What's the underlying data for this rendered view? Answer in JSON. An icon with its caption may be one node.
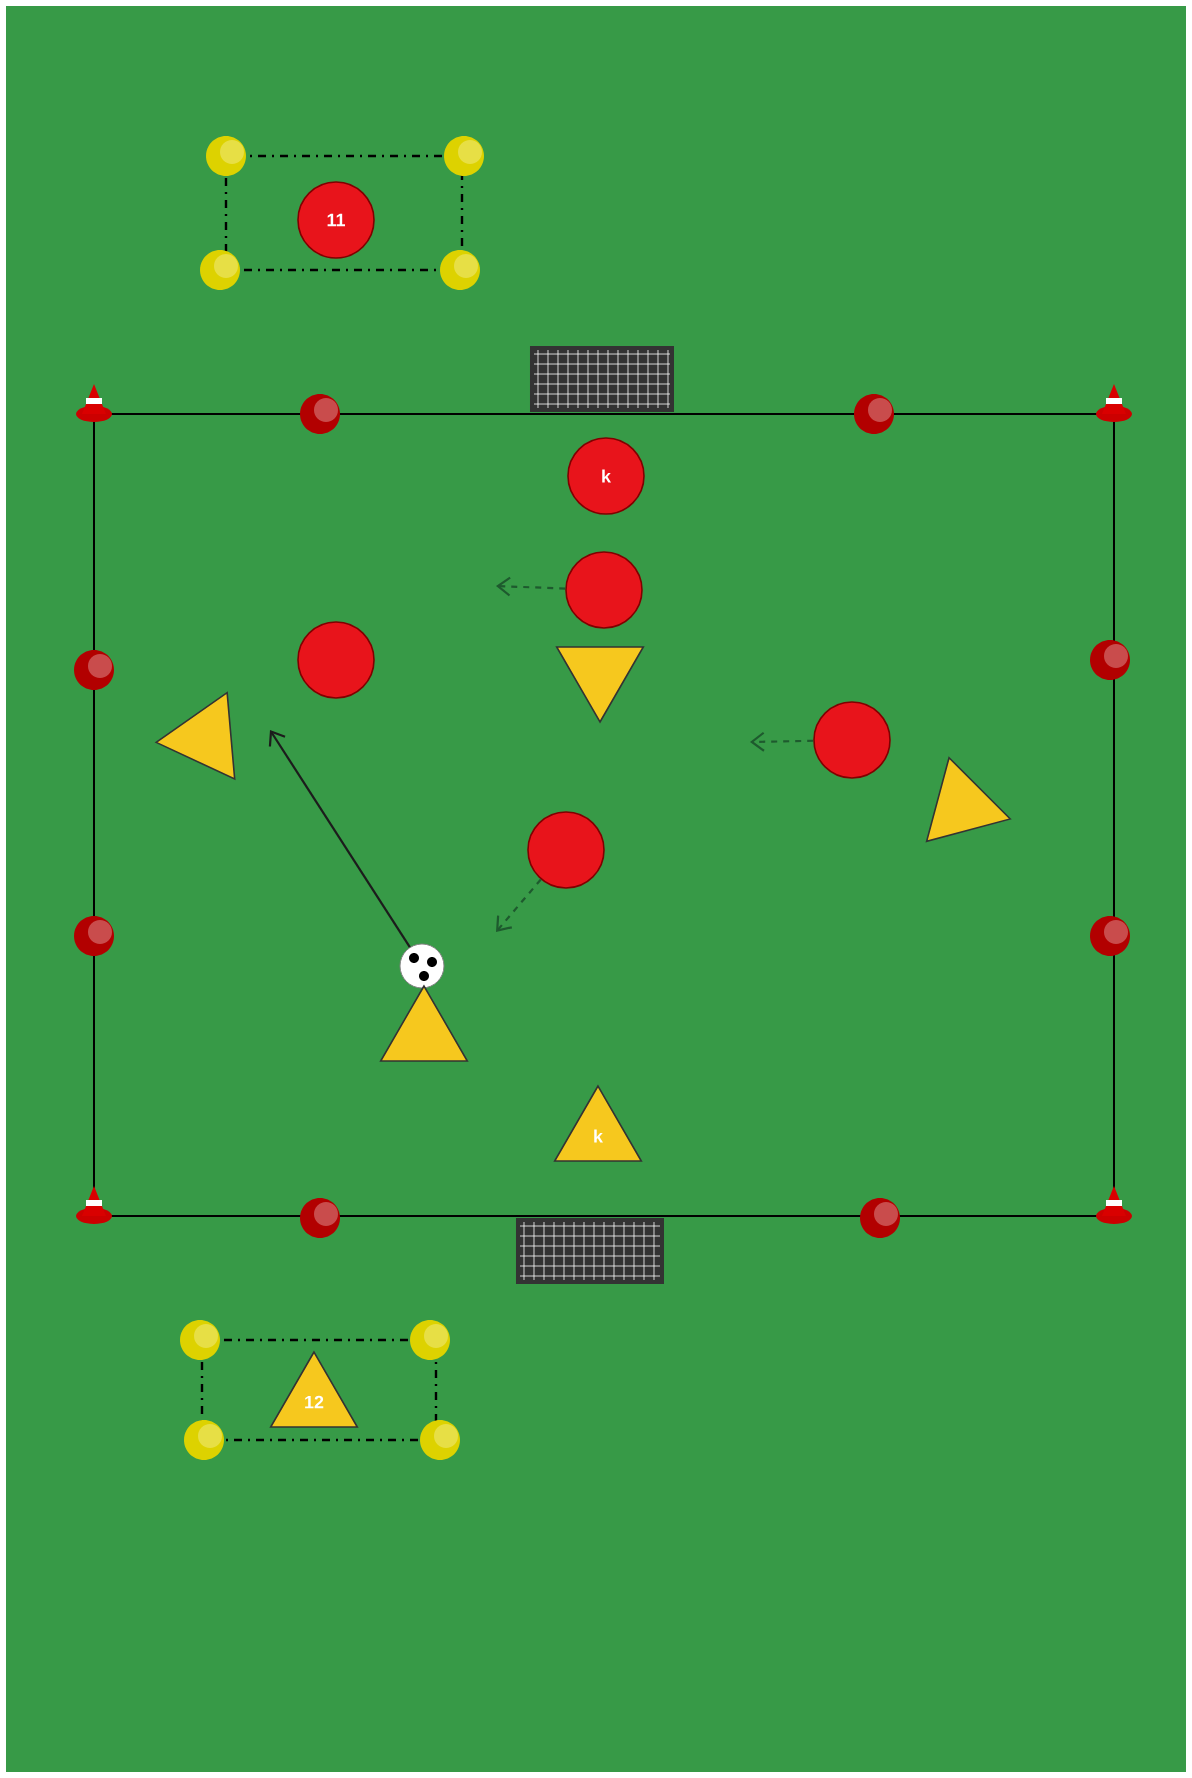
{
  "diagram": {
    "nodes": [
      {
        "text": [
          "11"
        ]
      },
      {
        "text": [
          "k"
        ]
      },
      {
        "text": [],
        "shape": "circle"
      },
      {
        "text": [],
        "shape": "circle"
      },
      {
        "text": [],
        "shape": "triangle"
      },
      {
        "text": [],
        "shape": "triangle"
      },
      {
        "text": [],
        "shape": "circle"
      },
      {
        "text": [],
        "shape": "triangle"
      },
      {
        "text": [],
        "shape": "circle"
      },
      {
        "text": [],
        "shape": "ball"
      },
      {
        "text": [],
        "shape": "triangle"
      },
      {
        "text": [
          "k"
        ]
      },
      {
        "text": [
          "12"
        ]
      }
    ],
    "edges": [
      {
        "from": 9,
        "to": null,
        "arrow": "to",
        "color": "#1c1c1c"
      },
      {
        "from": 2,
        "to": null,
        "arrow": "to",
        "style": "dashed"
      },
      {
        "from": 6,
        "to": null,
        "arrow": "to",
        "style": "dashed"
      },
      {
        "from": 8,
        "to": null,
        "arrow": "to",
        "style": "dashed"
      }
    ]
  }
}
